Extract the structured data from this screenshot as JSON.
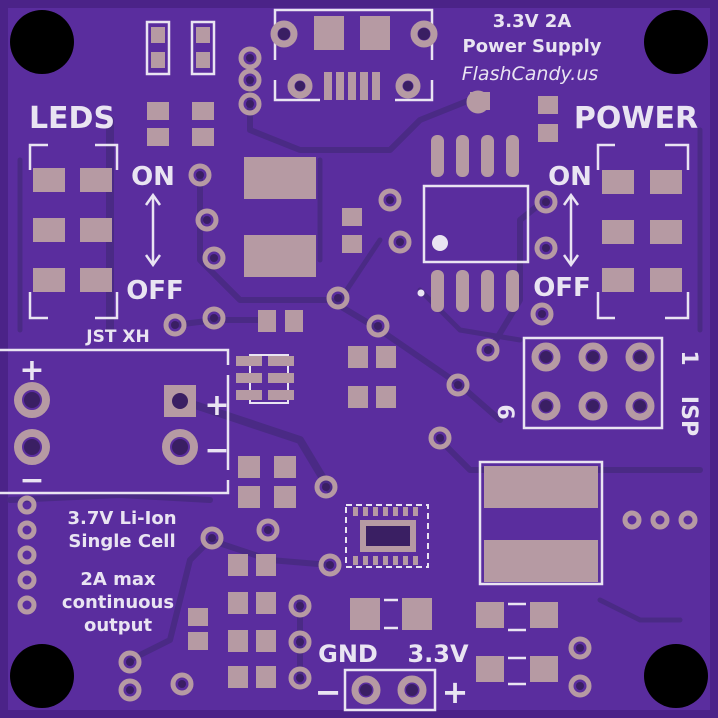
{
  "title_line1": "3.3V 2A",
  "title_line2": "Power Supply",
  "brand": "FlashCandy.us",
  "leds_label": "LEDS",
  "power_label": "POWER",
  "switch_on": "ON",
  "switch_off": "OFF",
  "connector_label": "JST XH",
  "battery_line1": "3.7V Li-Ion",
  "battery_line2": "Single Cell",
  "current_line1": "2A max",
  "current_line2": "continuous",
  "current_line3": "output",
  "gnd_label": "GND",
  "out_label": "3.3V",
  "isp_label": "ISP",
  "isp_pin1": "1",
  "isp_pin6": "6",
  "plus": "+",
  "minus": "−",
  "colors": {
    "board": "#4b2388",
    "copper_pour": "#5a2d9e",
    "pad": "#b69aa3",
    "silkscreen": "#e9e4f2",
    "mount_hole": "#000000"
  }
}
